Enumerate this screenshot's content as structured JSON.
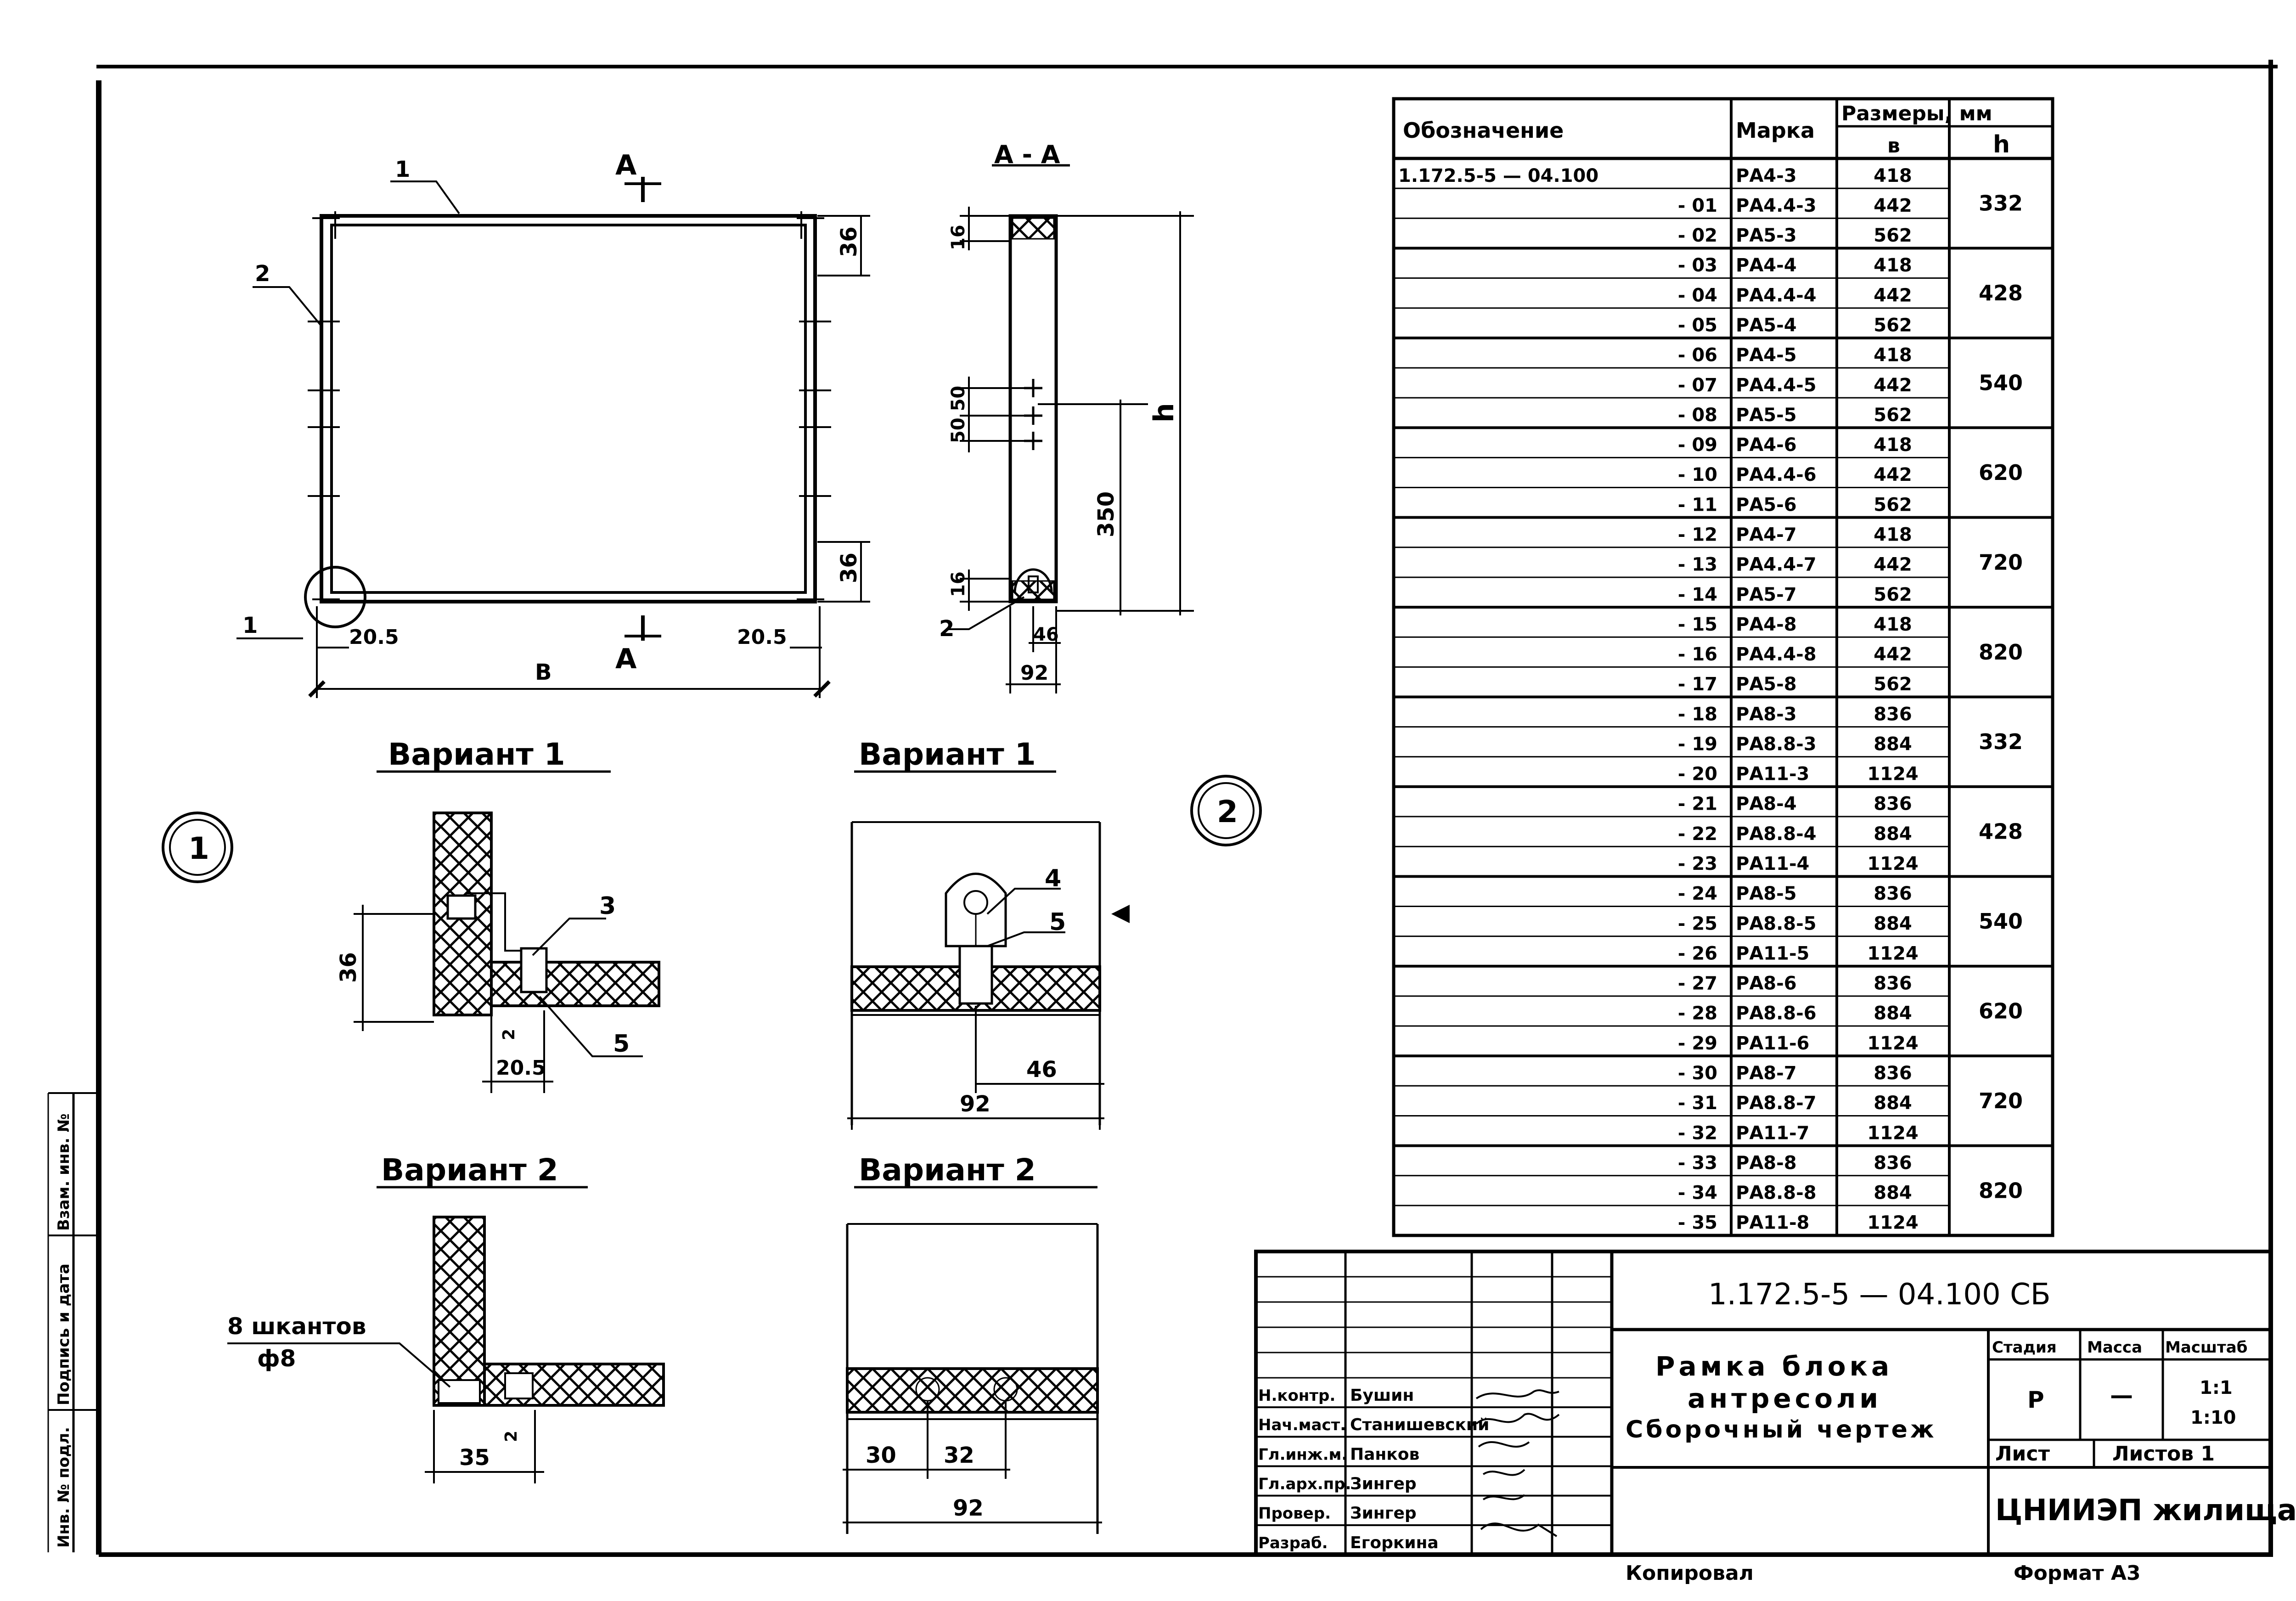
{
  "main_view": {
    "callout_1": "1",
    "callout_2": "2",
    "callout_1_detail": "1",
    "section_label": "А",
    "dim_36_top": "36",
    "dim_36_bottom": "36",
    "dim_20_5_left": "20.5",
    "dim_20_5_right": "20.5",
    "dim_B": "B"
  },
  "section_aa": {
    "title": "А - А",
    "dim_16_top": "16",
    "dim_50_50": "50 50",
    "dim_h": "h",
    "dim_350": "350",
    "dim_16_bottom": "16",
    "dim_46": "46",
    "dim_92": "92",
    "callout_2": "2"
  },
  "detail_1_var1": {
    "title": "Вариант 1",
    "marker": "1",
    "dim_36": "36",
    "dim_2": "2",
    "dim_20_5": "20.5",
    "callout_3": "3",
    "callout_5": "5"
  },
  "detail_2_var1": {
    "title": "Вариант 1",
    "marker": "2",
    "callout_4": "4",
    "callout_5": "5",
    "dim_46": "46",
    "dim_92": "92"
  },
  "detail_1_var2": {
    "title": "Вариант 2",
    "note_line1": "8 шкантов",
    "note_line2": "ф8",
    "dim_35": "35",
    "dim_2": "2"
  },
  "detail_2_var2": {
    "title": "Вариант 2",
    "dim_30": "30",
    "dim_32": "32",
    "dim_92": "92"
  },
  "spec_table": {
    "header_designation": "Обозначение",
    "header_mark": "Марка",
    "header_sizes": "Размеры, мм",
    "header_b": "в",
    "header_h": "h",
    "rows": [
      {
        "des": "1.172.5-5 — 04.100",
        "mark": "РА4-3",
        "b": "418"
      },
      {
        "des": "- 01",
        "mark": "РА4.4-3",
        "b": "442"
      },
      {
        "des": "- 02",
        "mark": "РА5-3",
        "b": "562"
      },
      {
        "des": "- 03",
        "mark": "РА4-4",
        "b": "418"
      },
      {
        "des": "- 04",
        "mark": "РА4.4-4",
        "b": "442"
      },
      {
        "des": "- 05",
        "mark": "РА5-4",
        "b": "562"
      },
      {
        "des": "- 06",
        "mark": "РА4-5",
        "b": "418"
      },
      {
        "des": "- 07",
        "mark": "РА4.4-5",
        "b": "442"
      },
      {
        "des": "- 08",
        "mark": "РА5-5",
        "b": "562"
      },
      {
        "des": "- 09",
        "mark": "РА4-6",
        "b": "418"
      },
      {
        "des": "- 10",
        "mark": "РА4.4-6",
        "b": "442"
      },
      {
        "des": "- 11",
        "mark": "РА5-6",
        "b": "562"
      },
      {
        "des": "- 12",
        "mark": "РА4-7",
        "b": "418"
      },
      {
        "des": "- 13",
        "mark": "РА4.4-7",
        "b": "442"
      },
      {
        "des": "- 14",
        "mark": "РА5-7",
        "b": "562"
      },
      {
        "des": "- 15",
        "mark": "РА4-8",
        "b": "418"
      },
      {
        "des": "- 16",
        "mark": "РА4.4-8",
        "b": "442"
      },
      {
        "des": "- 17",
        "mark": "РА5-8",
        "b": "562"
      },
      {
        "des": "- 18",
        "mark": "РА8-3",
        "b": "836"
      },
      {
        "des": "- 19",
        "mark": "РА8.8-3",
        "b": "884"
      },
      {
        "des": "- 20",
        "mark": "РА11-3",
        "b": "1124"
      },
      {
        "des": "- 21",
        "mark": "РА8-4",
        "b": "836"
      },
      {
        "des": "- 22",
        "mark": "РА8.8-4",
        "b": "884"
      },
      {
        "des": "- 23",
        "mark": "РА11-4",
        "b": "1124"
      },
      {
        "des": "- 24",
        "mark": "РА8-5",
        "b": "836"
      },
      {
        "des": "- 25",
        "mark": "РА8.8-5",
        "b": "884"
      },
      {
        "des": "- 26",
        "mark": "РА11-5",
        "b": "1124"
      },
      {
        "des": "- 27",
        "mark": "РА8-6",
        "b": "836"
      },
      {
        "des": "- 28",
        "mark": "РА8.8-6",
        "b": "884"
      },
      {
        "des": "- 29",
        "mark": "РА11-6",
        "b": "1124"
      },
      {
        "des": "- 30",
        "mark": "РА8-7",
        "b": "836"
      },
      {
        "des": "- 31",
        "mark": "РА8.8-7",
        "b": "884"
      },
      {
        "des": "- 32",
        "mark": "РА11-7",
        "b": "1124"
      },
      {
        "des": "- 33",
        "mark": "РА8-8",
        "b": "836"
      },
      {
        "des": "- 34",
        "mark": "РА8.8-8",
        "b": "884"
      },
      {
        "des": "- 35",
        "mark": "РА11-8",
        "b": "1124"
      }
    ],
    "h_groups": [
      "332",
      "428",
      "540",
      "620",
      "720",
      "820",
      "332",
      "428",
      "540",
      "620",
      "720",
      "820"
    ]
  },
  "title_block": {
    "doc_code": "1.172.5-5 — 04.100 СБ",
    "name_line1": "Рамка блока",
    "name_line2": "антресоли",
    "name_line3": "Сборочный чертеж",
    "stage_label": "Стадия",
    "mass_label": "Масса",
    "scale_label": "Масштаб",
    "stage_value": "Р",
    "mass_value": "—",
    "scale_value1": "1:1",
    "scale_value2": "1:10",
    "sheet_label": "Лист",
    "sheets_label": "Листов 1",
    "org": "ЦНИИЭП жилища",
    "roles": [
      {
        "role": "Н.контр.",
        "name": "Бушин"
      },
      {
        "role": "Нач.маст.",
        "name": "Станишевский"
      },
      {
        "role": "Гл.инж.м.",
        "name": "Панков"
      },
      {
        "role": "Гл.арх.пр.",
        "name": "Зингер"
      },
      {
        "role": "Провер.",
        "name": "Зингер"
      },
      {
        "role": "Разраб.",
        "name": "Егоркина"
      }
    ]
  },
  "bottom_strip": {
    "copied": "Копировал",
    "format": "Формат А3"
  },
  "left_strip": {
    "inv_num": "Взам. инв. №",
    "sign_date": "Подпись и дата",
    "inv_orig": "Инв. № подл."
  }
}
